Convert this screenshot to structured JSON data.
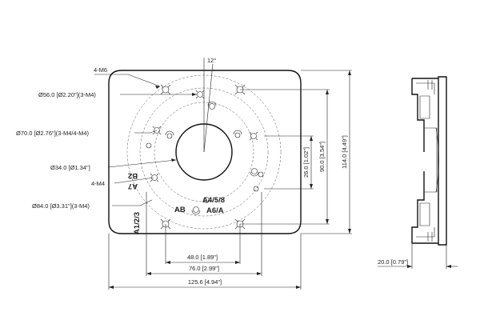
{
  "callouts": {
    "holes_4m6": "4-M6",
    "circle_56": "Ø56.0 [Ø2.20\"](3-M4)",
    "circle_70": "Ø70.0 [Ø2.76\"](3-M4/4-M4)",
    "circle_34": "Ø34.0 [Ø1.34\"]",
    "holes_4m4": "4-M4",
    "circle_84": "Ø84.0 [Ø3.31\"](3-M4)",
    "angle": "12°"
  },
  "dimensions": {
    "width_48": "48.0 [1.89\"]",
    "width_76": "76.0 [2.99\"]",
    "width_125": "125.6 [4.94\"]",
    "height_26": "26.0 [1.02\"]",
    "height_90": "90.0 [3.54\"]",
    "height_114": "114.0 [4.49\"]",
    "depth_20": "20.0 [0.79\"]"
  },
  "markings": {
    "b2": "B2",
    "a7": "A7",
    "a4_5_8": "A4/5/8",
    "ab": "AB",
    "a6_a": "A6/A",
    "a1_2_3": "A1/2/3"
  }
}
